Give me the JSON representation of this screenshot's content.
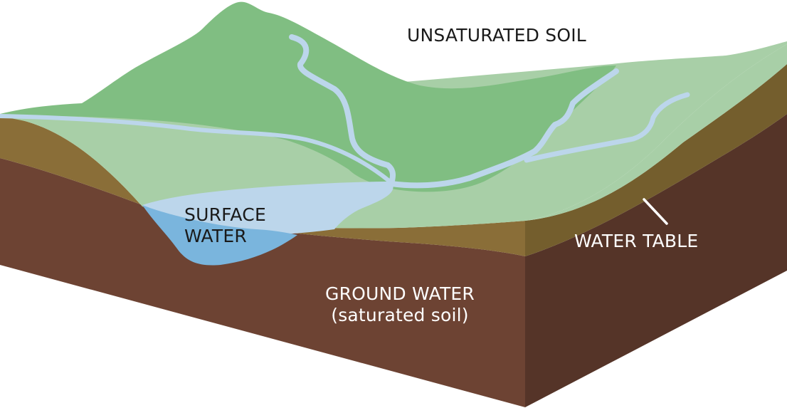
{
  "labels": {
    "unsaturated_soil": "UNSATURATED SOIL",
    "surface_water_line1": "SURFACE",
    "surface_water_line2": "WATER",
    "water_table": "WATER TABLE",
    "ground_water_line1": "GROUND WATER",
    "ground_water_line2": "(saturated soil)"
  },
  "colors": {
    "background": "#ffffff",
    "hill_green": "#80be82",
    "light_green": "#a8cfa7",
    "soil_brown_front": "#8a6e38",
    "soil_brown_side": "#745e2d",
    "ground_front": "#6d4333",
    "ground_side": "#553428",
    "surface_water_blue": "#7ab5dd",
    "stream_blue": "#bcd6eb",
    "text_dark": "#1a1a1a",
    "text_light": "#ffffff"
  }
}
